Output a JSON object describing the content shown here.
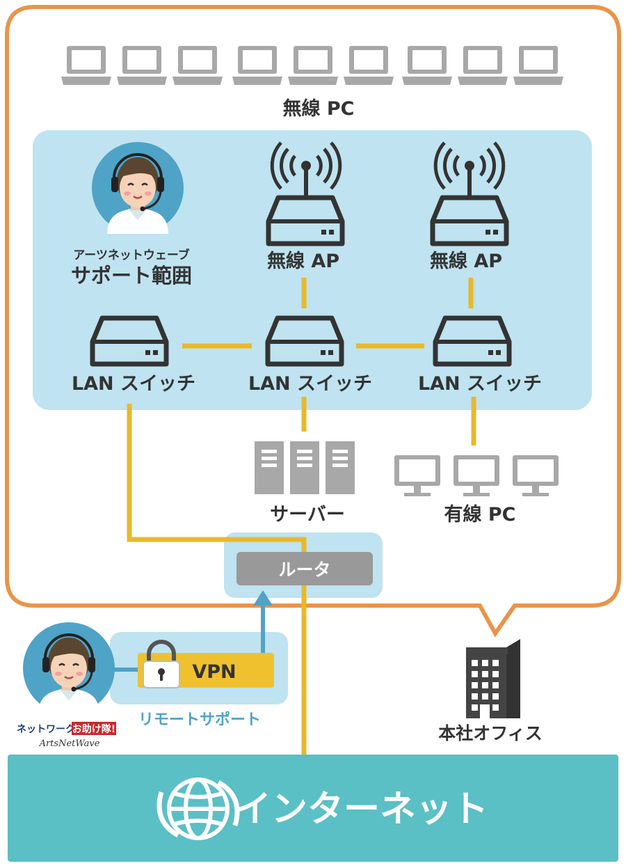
{
  "colors": {
    "office_border": "#E8954A",
    "support_zone": "#BFE3F0",
    "cable": "#E8B92A",
    "device_stroke": "#333333",
    "device_gray": "#A8A8A8",
    "router_fill": "#999999",
    "vpn_line": "#4FA3C7",
    "vpn_fill": "#F0C12E",
    "internet": "#5BBFC6",
    "avatar_bg": "#4FA3C7"
  },
  "labels": {
    "wireless_pc": "無線 PC",
    "support_company": "アーツネットウェーブ",
    "support_scope": "サポート範囲",
    "ap1": "無線 AP",
    "ap2": "無線 AP",
    "switch1": "LAN スイッチ",
    "switch2": "LAN スイッチ",
    "switch3": "LAN スイッチ",
    "server": "サーバー",
    "wired_pc": "有線 PC",
    "router": "ルータ",
    "vpn": "VPN",
    "remote_support": "リモートサポート",
    "logo_main": "ネットワーク",
    "logo_accent": "お助け隊!",
    "logo_sub": "ArtsNetWave",
    "head_office": "本社オフィス",
    "internet": "インターネット"
  },
  "icons": {
    "laptop": "laptop-icon",
    "access_point": "wireless-ap-icon",
    "switch": "lan-switch-icon",
    "server": "server-icon",
    "monitor": "monitor-icon",
    "lock": "lock-icon",
    "building": "building-icon",
    "globe": "globe-icon",
    "avatar": "support-operator-avatar"
  }
}
